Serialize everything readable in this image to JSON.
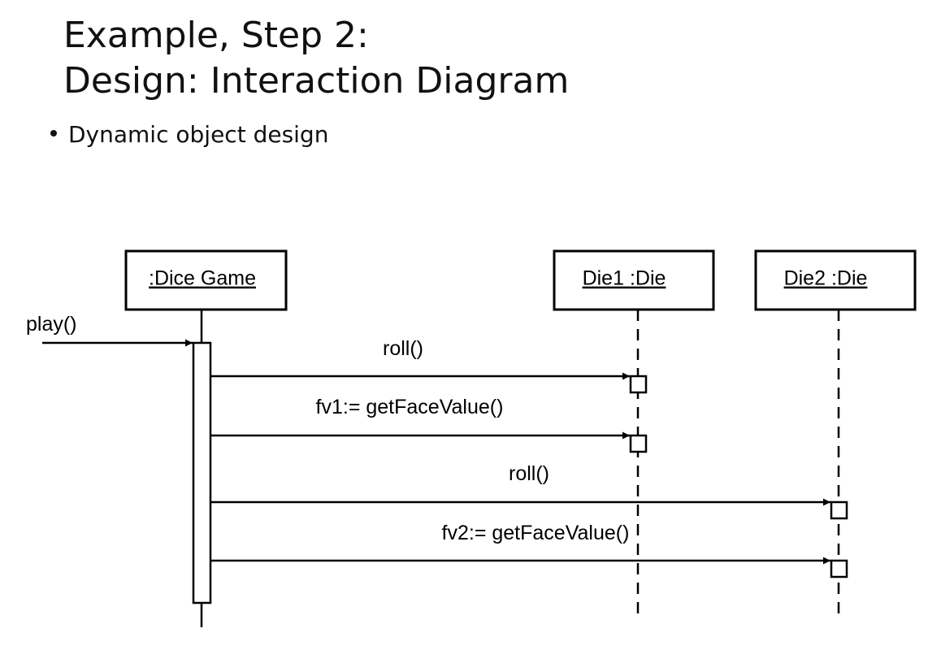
{
  "slide": {
    "title_line1": "Example, Step 2:",
    "title_line2": "Design: Interaction Diagram",
    "bullet": "Dynamic object design"
  },
  "diagram": {
    "objects": [
      {
        "label": ":Dice Game"
      },
      {
        "label": "Die1 :Die"
      },
      {
        "label": "Die2 :Die"
      }
    ],
    "messages": [
      {
        "label": "play()"
      },
      {
        "label": "roll()"
      },
      {
        "label": "fv1:= getFaceValue()"
      },
      {
        "label": "roll()"
      },
      {
        "label": "fv2:= getFaceValue()"
      }
    ],
    "colors": {
      "stroke": "#000000",
      "background": "#ffffff"
    }
  }
}
